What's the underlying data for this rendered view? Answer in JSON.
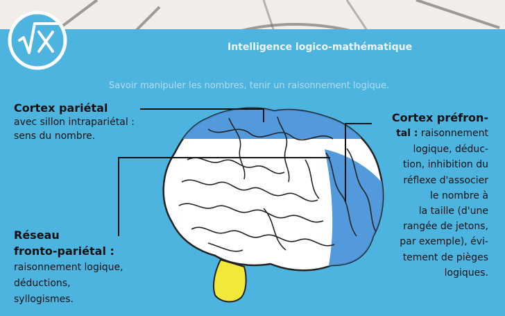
{
  "header": {
    "title": "Intelligence logico-mathématique",
    "subtitle": "Savoir manipuler les nombres, tenir un raisonnement logique."
  },
  "icon": {
    "name": "square-root-x-icon",
    "glyph": "√x"
  },
  "labels": {
    "parietal": {
      "title": "Cortex pariétal",
      "lines": [
        "avec sillon intrapariétal :",
        "sens du nombre."
      ]
    },
    "prefrontal": {
      "title": "Cortex préfron-",
      "lines": [
        "tal : raisonnement",
        "logique, déduc-",
        "tion, inhibition du",
        "réflexe d'associer",
        "le nombre à",
        "la taille (d'une",
        "rangée de jetons,",
        "par exemple), évi-",
        "tement de pièges",
        "logiques."
      ]
    },
    "network": {
      "title_lines": [
        "Réseau",
        "fronto-pariétal :"
      ],
      "lines": [
        "raisonnement logique,",
        "déductions,",
        "syllogismes."
      ]
    }
  },
  "colors": {
    "panel": "#4db4e0",
    "highlight": "#3f8fd8",
    "brain": "#ffffff",
    "cerebellum": "#f2e83a"
  }
}
